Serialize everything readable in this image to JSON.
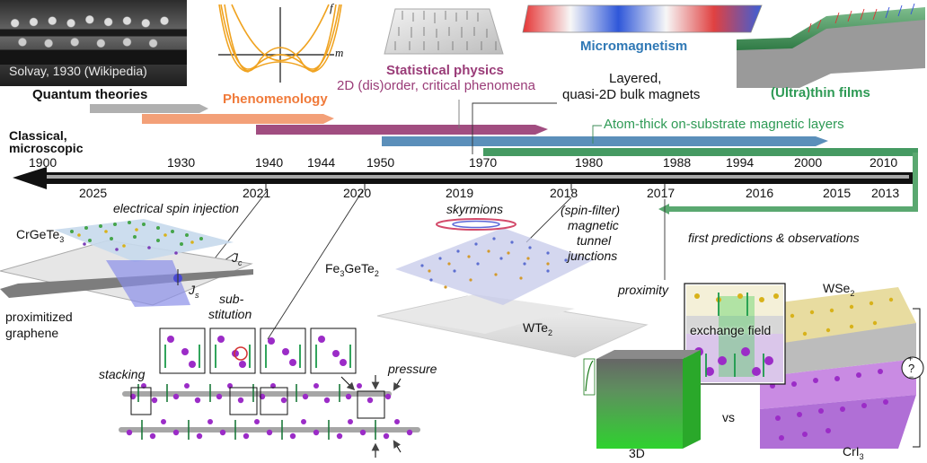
{
  "photo": {
    "caption": "Solvay, 1930 (Wikipedia)"
  },
  "eras": {
    "quantum": "Quantum theories",
    "phenomenology": "Phenomenology",
    "statistical": "Statistical physics",
    "statistical_sub": "2D (dis)order, critical phenomena",
    "micromagnetism": "Micromagnetism",
    "thinfilms": "(Ultra)thin films",
    "layered_line1": "Layered,",
    "layered_line2": "quasi-2D bulk magnets",
    "atom_thick": "Atom-thick on-substrate magnetic layers",
    "classical_line1": "Classical,",
    "classical_line2": "microscopic"
  },
  "plot_axes": {
    "f": "f",
    "m": "m"
  },
  "years_top": [
    "1900",
    "1930",
    "1940",
    "1944",
    "1950",
    "1970",
    "1980",
    "1988",
    "1994",
    "2000",
    "2010"
  ],
  "years_bottom": [
    "2025",
    "2021",
    "2020",
    "2019",
    "2018",
    "2017",
    "2016",
    "2015",
    "2013"
  ],
  "labels": {
    "electrical": "electrical spin injection",
    "skyrmions": "skyrmions",
    "mtj_1": "(spin-filter)",
    "mtj_2": "magnetic",
    "mtj_3": "tunnel",
    "mtj_4": "junctions",
    "first_pred": "first predictions & observations",
    "proximity": "proximity",
    "crgete": "CrGeTe",
    "crgete_sub": "3",
    "jc": "J",
    "jc_sub": "c",
    "js": "J",
    "js_sub": "s",
    "prox_graphene_1": "proximitized",
    "prox_graphene_2": "graphene",
    "substitution_1": "sub-",
    "substitution_2": "stitution",
    "stacking": "stacking",
    "fegete": "Fe",
    "fegete_sub1": "3",
    "fegete_mid": "GeTe",
    "fegete_sub2": "2",
    "wte": "WTe",
    "wte_sub": "2",
    "pressure": "pressure",
    "wse": "WSe",
    "wse_sub": "2",
    "exchange": "exchange field",
    "vs": "vs",
    "three_d": "3D",
    "cri": "CrI",
    "cri_sub": "3",
    "question": "?",
    "plus": "+",
    "minus": "−"
  },
  "colors": {
    "quantum": "#a9a9a9",
    "phenomenology": "#f08a55",
    "statistical": "#a04a7c",
    "micromagnetism": "#4a86b5",
    "thinfilms": "#3e9a5c",
    "purple_atom": "#9b2cc7",
    "grey_atom": "#8a8a8a",
    "yellow_atom": "#d8b21a",
    "green_block": "#3fd23c"
  }
}
